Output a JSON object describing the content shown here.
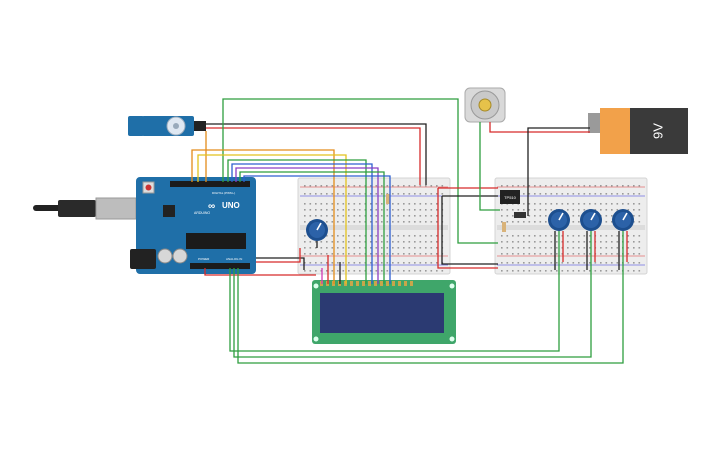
{
  "arduino": {
    "logo": "ARDUINO",
    "model": "UNO",
    "digital_label": "DIGITAL (PWM~)",
    "power_label": "POWER",
    "analog_label": "ANALOG IN"
  },
  "battery": {
    "label": "9V",
    "color_top": "#f2a14a",
    "color_body": "#3a3a3a"
  },
  "relay": {
    "label": "TP510"
  },
  "colors": {
    "arduino_blue": "#1f6fa8",
    "lcd_green": "#3fa66a",
    "lcd_screen": "#2b3a72",
    "wire_green": "#2e9e3f",
    "wire_red": "#d62b2b",
    "wire_black": "#222222",
    "wire_orange": "#e38c1a",
    "wire_yellow": "#e2c21e",
    "wire_blue": "#2e5fd0",
    "wire_purple": "#8a3ec2",
    "wire_pink": "#d23bb6",
    "pot_blue": "#1d4f8f",
    "breadboard": "#efefef"
  }
}
